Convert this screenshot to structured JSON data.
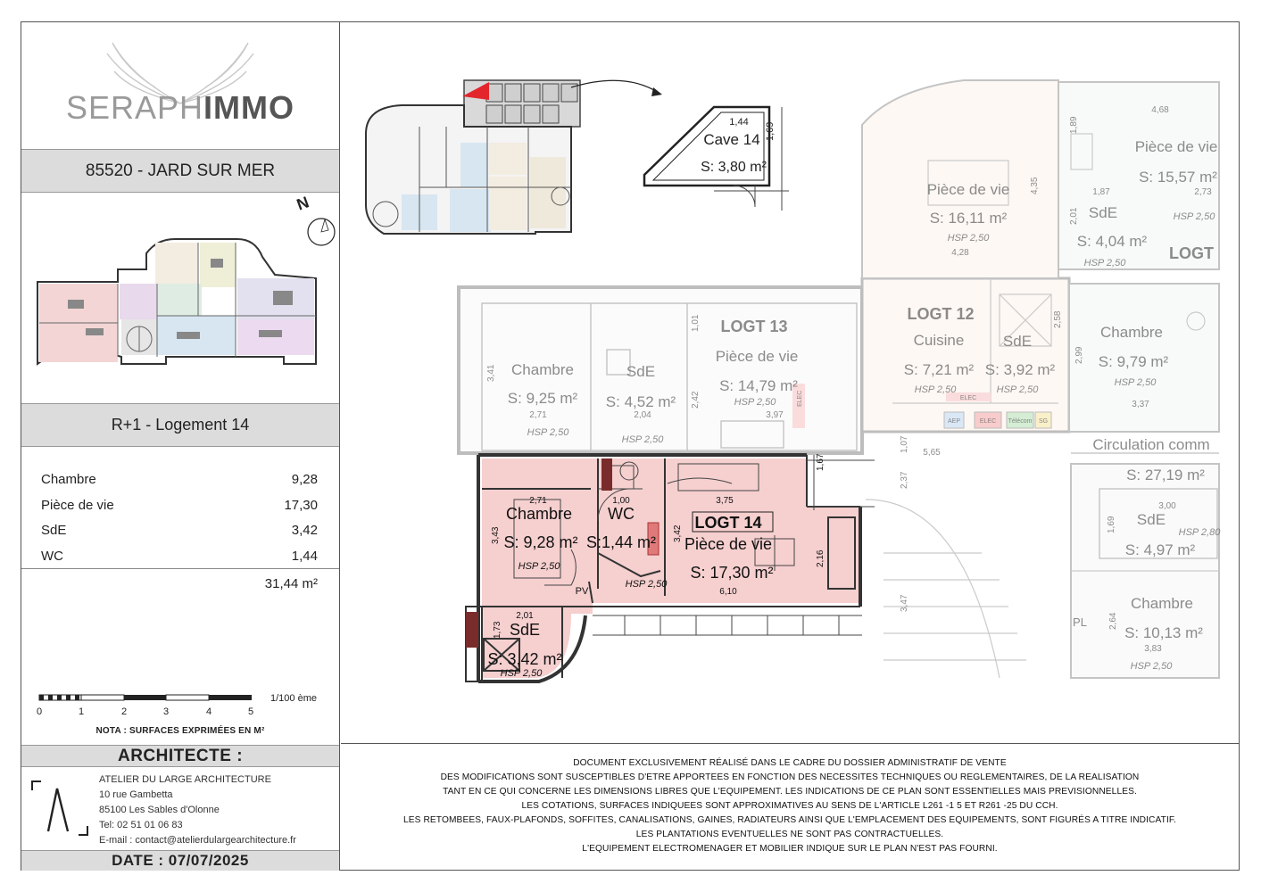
{
  "brand": {
    "part1": "SERAPH",
    "part2": "IMMO"
  },
  "location": "85520 - JARD SUR MER",
  "compass_label": "N",
  "unit_title": "R+1 - Logement 14",
  "rooms": [
    {
      "name": "Chambre",
      "area": "9,28"
    },
    {
      "name": "Pièce de vie",
      "area": "17,30"
    },
    {
      "name": "SdE",
      "area": "3,42"
    },
    {
      "name": "WC",
      "area": "1,44"
    }
  ],
  "total_area": "31,44 m²",
  "scale": {
    "ticks": [
      "0",
      "1",
      "2",
      "3",
      "4",
      "5"
    ],
    "unit": "1/100 ème"
  },
  "nota": "NOTA : SURFACES EXPRIMÉES EN M²",
  "architect": {
    "title": "ARCHITECTE :",
    "name": "ATELIER DU LARGE ARCHITECTURE",
    "street": "10 rue Gambetta",
    "city": "85100 Les Sables d'Olonne",
    "phone": "Tel: 02 51 01 06 83",
    "email": "E-mail : contact@atelierdulargearchitecture.fr"
  },
  "date": "DATE : 07/07/2025",
  "notice_lines": [
    "DOCUMENT EXCLUSIVEMENT RÉALISÉ DANS LE CADRE DU DOSSIER ADMINISTRATIF DE VENTE",
    "DES MODIFICATIONS SONT SUSCEPTIBLES D'ETRE APPORTEES EN FONCTION DES NECESSITES TECHNIQUES OU REGLEMENTAIRES, DE LA REALISATION",
    "TANT EN CE QUI CONCERNE LES DIMENSIONS LIBRES QUE L'EQUIPEMENT. LES INDICATIONS DE CE PLAN SONT ESSENTIELLES MAIS PREVISIONNELLES.",
    "LES COTATIONS, SURFACES INDIQUEES SONT APPROXIMATIVES AU SENS DE L'ARTICLE L261 -1 5 ET R261 -25 DU CCH.",
    "LES RETOMBEES, FAUX-PLAFONDS, SOFFITES, CANALISATIONS, GAINES, RADIATEURS AINSI QUE L'EMPLACEMENT DES EQUIPEMENTS, SONT FIGURÉS A TITRE INDICATIF.",
    "LES PLANTATIONS EVENTUELLES NE SONT PAS CONTRACTUELLES.",
    "L'EQUIPEMENT ELECTROMENAGER ET MOBILIER INDIQUE SUR LE PLAN N'EST PAS FOURNI."
  ],
  "cave": {
    "title": "Cave 14",
    "area": "S: 3,80 m²",
    "dim_w": "1,44",
    "dim_h": "1,69"
  },
  "plan": {
    "logt14": {
      "label": "LOGT 14",
      "chambre": {
        "name": "Chambre",
        "area": "S: 9,28 m²",
        "hsp": "HSP 2,50",
        "dim_a": "2,71",
        "dim_b": "3,43"
      },
      "wc": {
        "name": "WC",
        "area": "S:1,44 m²",
        "dim": "1,00"
      },
      "vie": {
        "name": "Pièce de vie",
        "area": "S: 17,30 m²",
        "hsp": "HSP 2,50",
        "dim_a": "3,75",
        "dim_b": "6,10",
        "dim_c": "3,42",
        "dim_d": "2,16",
        "dim_e": "1,67"
      },
      "sde": {
        "name": "SdE",
        "area": "S: 3,42 m²",
        "hsp": "HSP 2,50",
        "dim_a": "2,01",
        "dim_b": "1,73"
      },
      "pv": "PV"
    },
    "logt13": {
      "label": "LOGT 13",
      "chambre": {
        "name": "Chambre",
        "area": "S: 9,25 m²",
        "hsp": "HSP 2,50",
        "dim_a": "2,71",
        "dim_b": "3,41"
      },
      "sde": {
        "name": "SdE",
        "area": "S: 4,52 m²",
        "hsp": "HSP 2,50",
        "dim": "2,04",
        "dim_b": "2,42"
      },
      "vie": {
        "name": "Pièce de vie",
        "area": "S: 14,79 m²",
        "hsp": "HSP 2,50",
        "dim": "3,97",
        "dim_b": "1,01"
      }
    },
    "logt12": {
      "label": "LOGT 12",
      "cuisine": {
        "name": "Cuisine",
        "area": "S: 7,21 m²",
        "hsp": "HSP 2,50"
      },
      "sde": {
        "name": "SdE",
        "area": "S: 3,92 m²",
        "hsp": "HSP 2,50",
        "dim": "2,58"
      },
      "vie": {
        "name": "Pièce de vie",
        "area": "S: 16,11 m²",
        "hsp": "HSP 2,50",
        "dim": "4,28",
        "dim_b": "4,35"
      }
    },
    "right_upper": {
      "vie": {
        "name": "Pièce de vie",
        "area": "S: 15,57 m²",
        "dim": "4,68",
        "dim_b": "2,73"
      },
      "sde": {
        "name": "SdE",
        "area": "S: 4,04 m²",
        "hsp": "HSP 2,50",
        "dim": "1,87",
        "dim_b": "1,89",
        "dim_c": "2,01"
      },
      "logt": "LOGT",
      "hsp": "HSP 2,50"
    },
    "right_mid": {
      "chambre": {
        "name": "Chambre",
        "area": "S: 9,79 m²",
        "hsp": "HSP 2,50",
        "dim": "3,37",
        "dim_b": "2,99"
      }
    },
    "circulation": {
      "name": "Circulation comm",
      "area": "S: 27,19 m²",
      "dim": "5,65",
      "dim_b": "1,07",
      "dim_c": "2,37",
      "dim_d": "3,47"
    },
    "right_lower": {
      "sde": {
        "name": "SdE",
        "area": "S: 4,97 m²",
        "hsp": "HSP 2,80",
        "dim": "3,00",
        "dim_b": "1,69"
      },
      "chambre": {
        "name": "Chambre",
        "area": "S: 10,13 m²",
        "hsp": "HSP 2,50",
        "dim": "3,83",
        "dim_b": "2,64"
      },
      "pl": "PL"
    },
    "meters": [
      "AEP",
      "ELEC",
      "Télécom",
      "SG"
    ],
    "elec_labels": [
      "ELEC",
      "ELEC"
    ]
  },
  "colors": {
    "logt14_fill": "#f6cfcf",
    "logt12_fill": "#fbeee3",
    "band": "#dcdcdc",
    "accent_red": "#e3262c"
  }
}
